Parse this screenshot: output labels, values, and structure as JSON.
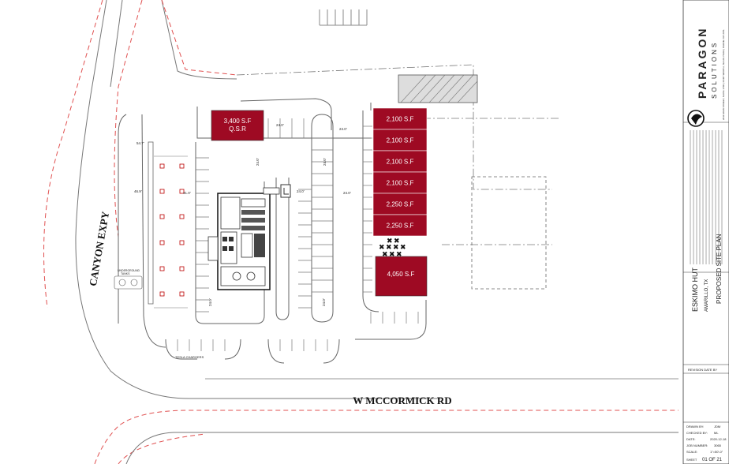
{
  "roads": {
    "canyon": "CANYON EXPY",
    "mccormick": "W MCCORMICK RD"
  },
  "units": [
    {
      "label": "2,100 S.F"
    },
    {
      "label": "2,100 S.F"
    },
    {
      "label": "2,100 S.F"
    },
    {
      "label": "2,100 S.F"
    },
    {
      "label": "2,250 S.F"
    },
    {
      "label": "2,250 S.F"
    }
  ],
  "qsr": {
    "line1": "3,400 S.F",
    "line2": "Q.S.R"
  },
  "large_unit": {
    "label": "4,050 S.F"
  },
  "annotations": {
    "underground": "UNDERGROUND",
    "tanks": "TANKS",
    "tesla": "TESLA CHARGERS",
    "dim_24": "24.0'",
    "dim_41": "41.0'",
    "dim_54": "54.7'",
    "dim_46": "46.9'"
  },
  "title_block": {
    "company_line1": "PARAGON",
    "company_line2": "SOLUTIONS",
    "address": "2011 MAIN STREET, SUITE 1700 | FORT WORTH, TEXAS 76102 | PHONE: 817-870-",
    "project_name": "ESKIMO HUT",
    "project_location": "AMARILLO, TX",
    "sheet_title": "PROPOSED SITE PLAN",
    "revision_header": "REVISION  DATE     BY",
    "drawn_by_label": "DRAWN BY:",
    "drawn_by_value": "JDM",
    "checked_by_label": "CHECKED BY:",
    "checked_by_value": "ML",
    "date_label": "DATE:",
    "date_value": "2020-12-18",
    "job_label": "JOB NUMBER:",
    "job_value": "3065",
    "scale_label": "SCALE:",
    "scale_value": "1\"=50'-0\"",
    "sheet_label": "SHEET",
    "sheet_value": "01 OF 21"
  },
  "colors": {
    "building": "#9e0a23",
    "road_dash": "#e05050",
    "line": "#555555"
  }
}
